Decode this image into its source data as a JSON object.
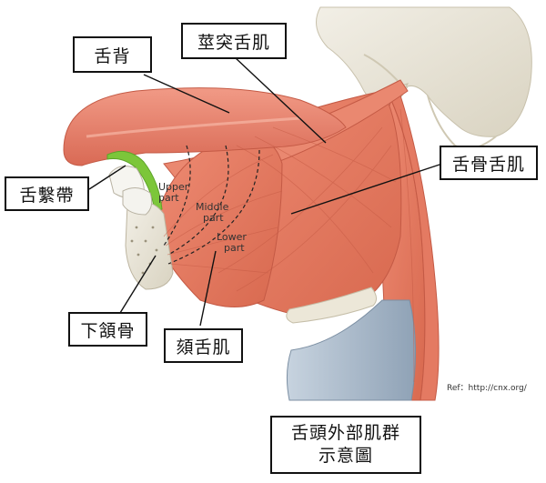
{
  "labels": {
    "tongue_dorsum": "舌背",
    "styloglossus": "莖突舌肌",
    "hyoglossus": "舌骨舌肌",
    "frenulum": "舌繫帶",
    "mandible": "下頷骨",
    "genioglossus": "頦舌肌"
  },
  "parts": {
    "upper": [
      "Upper",
      "part"
    ],
    "middle": [
      "Middle",
      "part"
    ],
    "lower": [
      "Lower",
      "part"
    ]
  },
  "reference": "Ref：http://cnx.org/",
  "title": [
    "舌頭外部肌群",
    "示意圖"
  ],
  "colors": {
    "muscle": "#e8826c",
    "muscle_dark": "#c85c48",
    "bone": "#e6e1d2",
    "cartilage": "#aebccc",
    "frenulum": "#7cc63a"
  }
}
